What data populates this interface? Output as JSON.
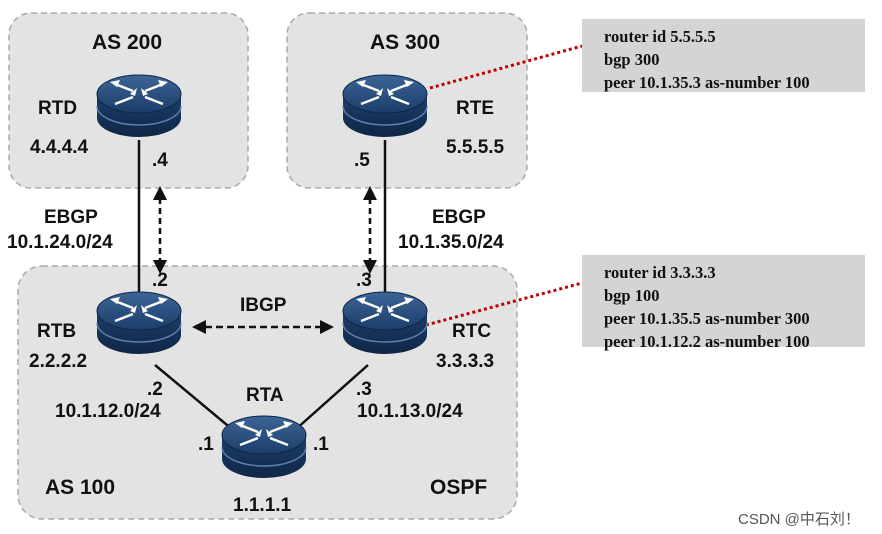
{
  "areas": {
    "as200": "AS 200",
    "as300": "AS 300",
    "as100": "AS 100",
    "ospf": "OSPF"
  },
  "routers": {
    "rtd": {
      "name": "RTD",
      "id": "4.4.4.4",
      "port": ".4"
    },
    "rte": {
      "name": "RTE",
      "id": "5.5.5.5",
      "port": ".5"
    },
    "rtb": {
      "name": "RTB",
      "id": "2.2.2.2",
      "port_up": ".2",
      "port_down": ".2"
    },
    "rtc": {
      "name": "RTC",
      "id": "3.3.3.3",
      "port_up": ".3",
      "port_down": ".3"
    },
    "rta": {
      "name": "RTA",
      "id": "1.1.1.1",
      "port_left": ".1",
      "port_right": ".1"
    }
  },
  "links": {
    "ebgp_left": {
      "label": "EBGP",
      "subnet": "10.1.24.0/24"
    },
    "ebgp_right": {
      "label": "EBGP",
      "subnet": "10.1.35.0/24"
    },
    "ibgp": {
      "label": "IBGP"
    },
    "net_b_a": "10.1.12.0/24",
    "net_c_a": "10.1.13.0/24"
  },
  "config_rte": [
    "router id 5.5.5.5",
    "bgp 300",
    "peer 10.1.35.3 as-number 100"
  ],
  "config_rtc": [
    "router id 3.3.3.3",
    "bgp 100",
    "peer 10.1.35.5 as-number 300",
    "peer 10.1.12.2 as-number 100"
  ],
  "watermark": "CSDN @中石刘！",
  "colors": {
    "area_fill": "#e3e3e3",
    "area_border": "#aaaaaa",
    "router": "#1f3f6b",
    "callout_line": "#c00000",
    "config_bg": "#d4d4d4"
  }
}
